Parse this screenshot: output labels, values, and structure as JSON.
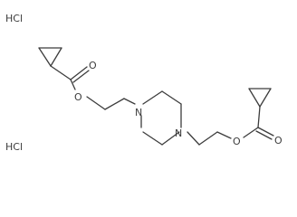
{
  "molecule": {
    "salts": [
      "HCl",
      "HCl"
    ],
    "atoms": {
      "o_carbonyl_top": "O",
      "o_ester_top": "O",
      "n_top": "N",
      "n_bottom": "N",
      "o_ester_bottom": "O",
      "o_carbonyl_bottom": "O"
    }
  }
}
